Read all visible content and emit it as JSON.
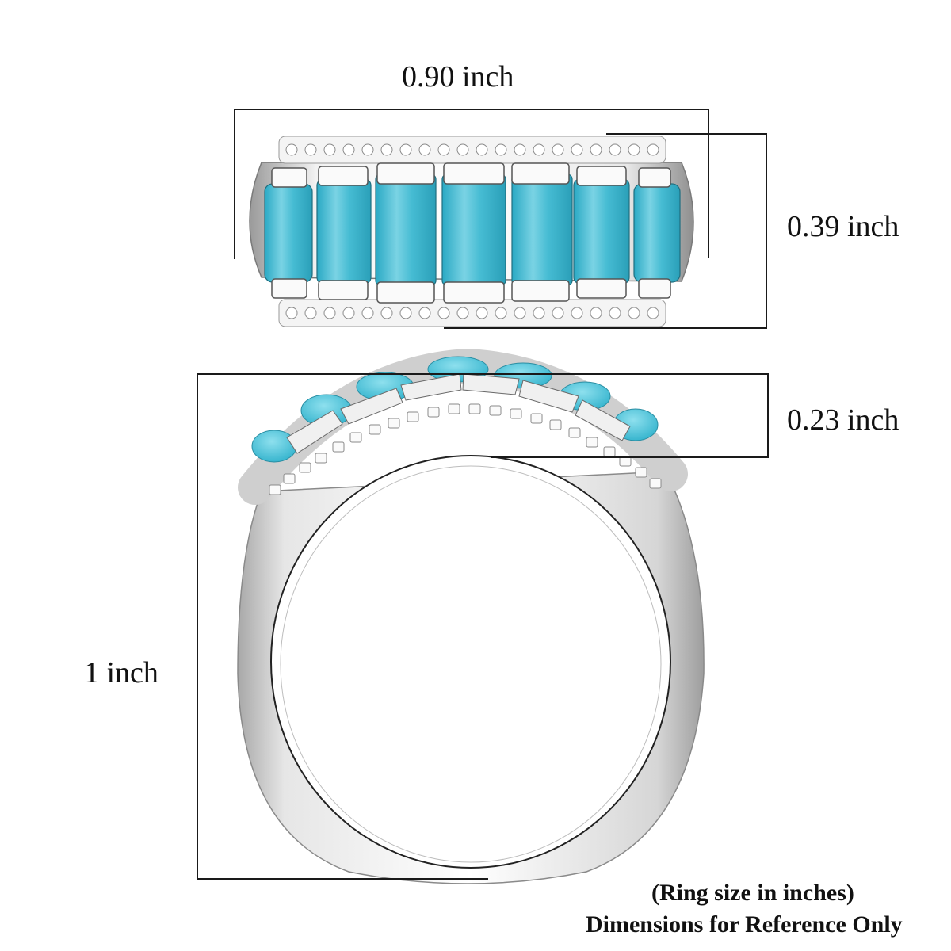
{
  "product": {
    "description": "Turquoise and white stone ring with dimension annotations",
    "colors": {
      "stone": "#3fb8d0",
      "stone_highlight": "#7fd6e6",
      "metal": "#d9d9d9",
      "metal_dark": "#8c8c8c",
      "line": "#1a1a1a"
    },
    "stone_count_top_view": 7
  },
  "dimensions": {
    "width_label": "0.90 inch",
    "height_label": "0.39 inch",
    "depth_label": "0.23 inch",
    "ring_height_label": "1 inch"
  },
  "notes": {
    "line1": "(Ring size in inches)",
    "line2": "Dimensions for Reference Only"
  }
}
